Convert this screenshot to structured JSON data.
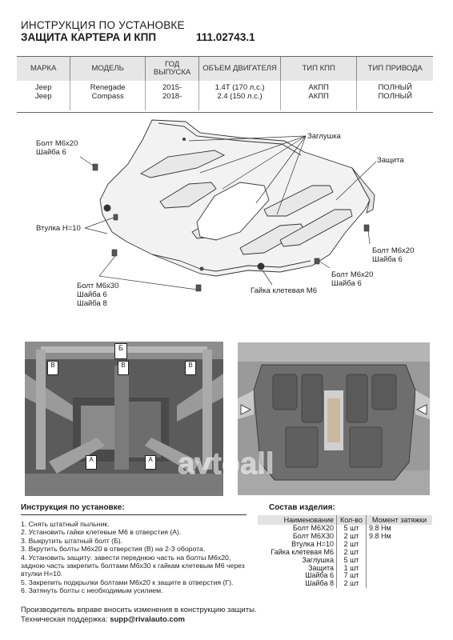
{
  "header": {
    "line1": "ИНСТРУКЦИЯ ПО УСТАНОВКЕ",
    "line2": "ЗАЩИТА КАРТЕРА И КПП",
    "article": "111.02743.1"
  },
  "vehicle_table": {
    "headers": [
      "МАРКА",
      "МОДЕЛЬ",
      "ГОД ВЫПУСКА",
      "ОБЪЕМ ДВИГАТЕЛЯ",
      "ТИП КПП",
      "ТИП ПРИВОДА"
    ],
    "rows": [
      [
        "Jeep",
        "Renegade",
        "2015-",
        "1.4T (170 л.с.)",
        "АКПП",
        "ПОЛНЫЙ"
      ],
      [
        "Jeep",
        "Compass",
        "2018-",
        "2.4 (150 л.с.)",
        "АКПП",
        "ПОЛНЫЙ"
      ]
    ]
  },
  "diagram_labels": {
    "bolt_left_top_1": "Болт М6х20",
    "bolt_left_top_2": "Шайба 6",
    "plug": "Заглушка",
    "guard": "Защита",
    "bushing": "Втулка Н=10",
    "bolt_right_1": "Болт М6х20",
    "bolt_right_2": "Шайба 6",
    "bolt_right_low_1": "Болт М6х20",
    "bolt_right_low_2": "Шайба 6",
    "bolt_bottom_1": "Болт М6х30",
    "bolt_bottom_2": "Шайба 6",
    "bolt_bottom_3": "Шайба 8",
    "cage_nut": "Гайка клетевая М6"
  },
  "photo_markers": {
    "b": "Б",
    "v": "В",
    "a": "А"
  },
  "watermark": "avtoall",
  "instructions": {
    "title": "Инструкция по установке:",
    "steps": [
      "1. Снять штатный пыльник.",
      "2. Установить гайки клетевые М6 в отверстия (А).",
      "3. Выкрутить штатный болт (Б).",
      "3. Вкрутить болты М6х20 в отверстия (В) на 2-3 оборота.",
      "4. Установить защиту: завести переднюю часть на болты М6х20,",
      "задною часть закрепить болтами М6х30 к гайкам клетевым М6 через",
      "втулки Н=10.",
      "5. Закрепить подкрылки болтами М6х20 к защите в отверстия (Г).",
      "6. Затянуть болты с необходимым усилием."
    ]
  },
  "kit": {
    "title": "Состав изделия:",
    "headers": [
      "Наименование",
      "Кол-во",
      "Момент затяжки"
    ],
    "rows": [
      [
        "Болт М6Х20",
        "5 шт",
        "9.8 Нм"
      ],
      [
        "Болт М6Х30",
        "2 шт",
        "9.8 Нм"
      ],
      [
        "Втулка Н=10",
        "2 шт",
        ""
      ],
      [
        "Гайка клетевая М6",
        "2 шт",
        ""
      ],
      [
        "Заглушка",
        "5 шт",
        ""
      ],
      [
        "Защита",
        "1 шт",
        ""
      ],
      [
        "Шайба 6",
        "7 шт",
        ""
      ],
      [
        "Шайба 8",
        "2 шт",
        ""
      ]
    ]
  },
  "footer": {
    "line1": "Производитель вправе вносить изменения в конструкцию защиты.",
    "support_label": "Техническая поддержка: ",
    "support_email": "supp@rivalauto.com"
  }
}
